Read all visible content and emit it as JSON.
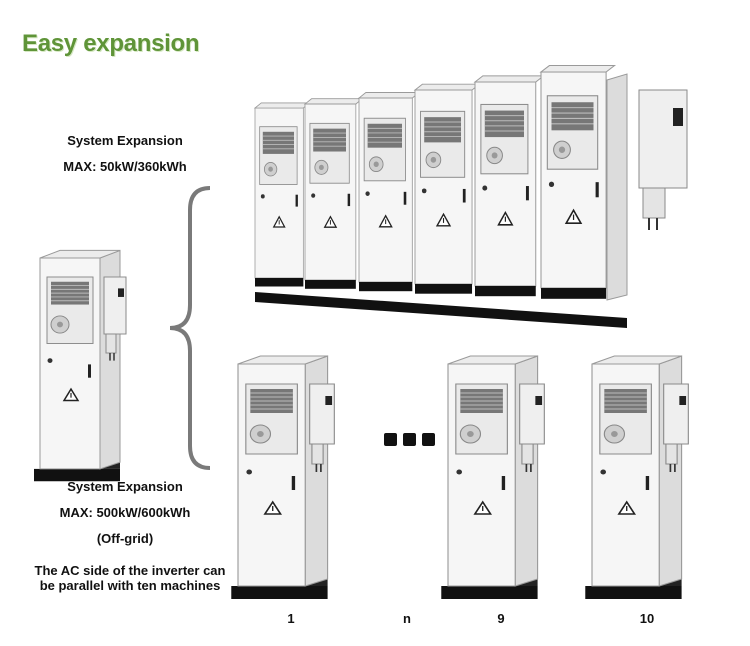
{
  "title": "Easy expansion",
  "top_group": {
    "line1": "System Expansion",
    "line2": "MAX:  50kW/360kWh"
  },
  "bottom_group": {
    "line1": "System Expansion",
    "line2": "MAX:  500kW/600kWh",
    "line3": "(Off-grid)"
  },
  "note": {
    "line1": "The AC side of the inverter can",
    "line2": "be parallel with ten machines"
  },
  "machine_labels": [
    "1",
    "n",
    "9",
    "10"
  ],
  "colors": {
    "title_green": "#5f9438",
    "cabinet_body": "#f4f4f4",
    "cabinet_outline": "#9a9a9a",
    "base_black": "#111111",
    "bracket_gray": "#7a7a7a"
  },
  "icons": [
    "warning-triangle-icon",
    "fan-vent-icon",
    "ellipsis-icon",
    "curly-bracket-icon"
  ]
}
